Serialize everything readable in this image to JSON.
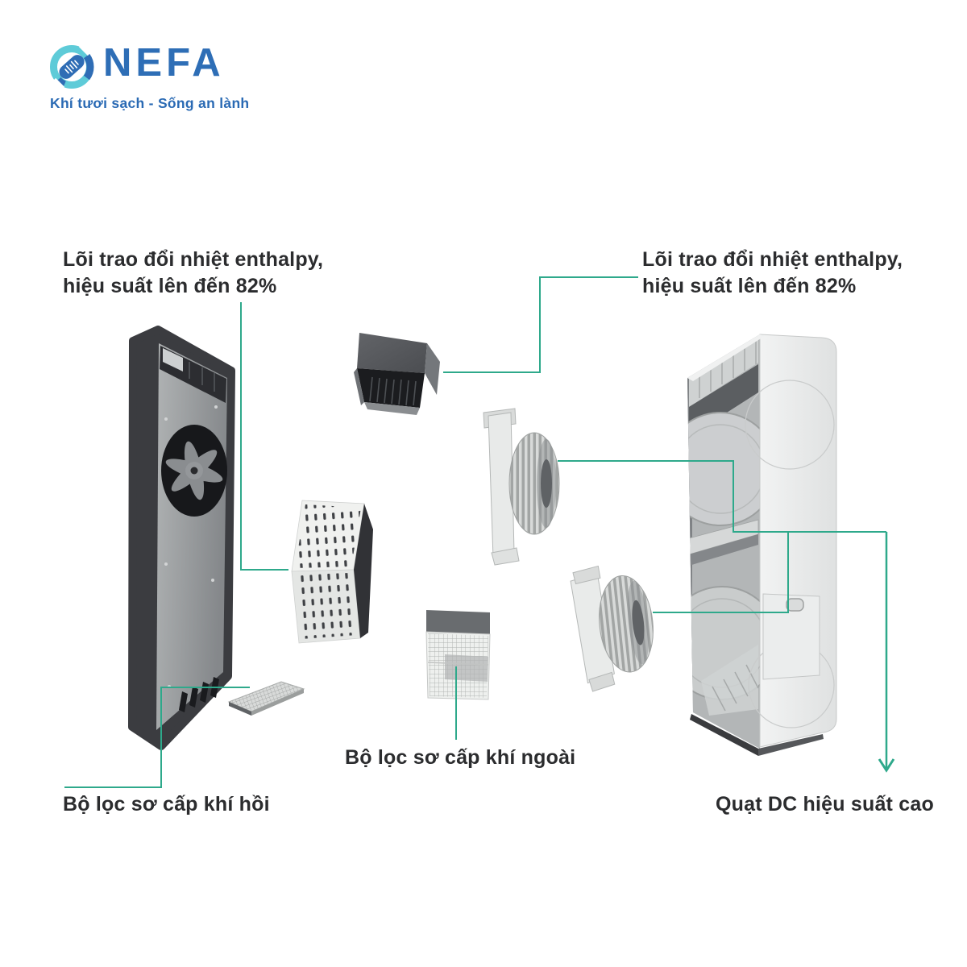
{
  "brand": {
    "name": "NEFA",
    "tagline": "Khí tươi sạch - Sống an lành"
  },
  "labels": {
    "heat_core_left_line1": "Lõi trao đổi nhiệt enthalpy,",
    "heat_core_left_line2": "hiệu suất lên đến 82%",
    "heat_core_right_line1": "Lõi trao đổi nhiệt enthalpy,",
    "heat_core_right_line2": "hiệu suất lên đến 82%",
    "return_filter": "Bộ lọc sơ cấp khí hồi",
    "outdoor_filter": "Bộ lọc sơ cấp khí ngoài",
    "dc_fan": "Quạt DC hiệu suất cao"
  },
  "colors": {
    "accent_teal": "#2ea98b",
    "label_text": "#2b2c2e",
    "logo_blue": "#2e6eb6",
    "logo_cyan": "#5ecbd8",
    "background": "#ffffff"
  },
  "diagram_parts": [
    "back-cover-panel",
    "core-housing",
    "enthalpy-core",
    "return-air-filter",
    "outdoor-air-filter",
    "dc-fan-upper",
    "dc-fan-lower",
    "main-unit-body"
  ],
  "connections": [
    {
      "label": "heat_core_left",
      "target": "enthalpy-core"
    },
    {
      "label": "heat_core_right",
      "target": "core-housing"
    },
    {
      "label": "return_filter",
      "target": "return-air-filter"
    },
    {
      "label": "outdoor_filter",
      "target": "outdoor-air-filter"
    },
    {
      "label": "dc_fan",
      "targets": [
        "dc-fan-upper",
        "dc-fan-lower",
        "main-unit-body"
      ]
    }
  ]
}
